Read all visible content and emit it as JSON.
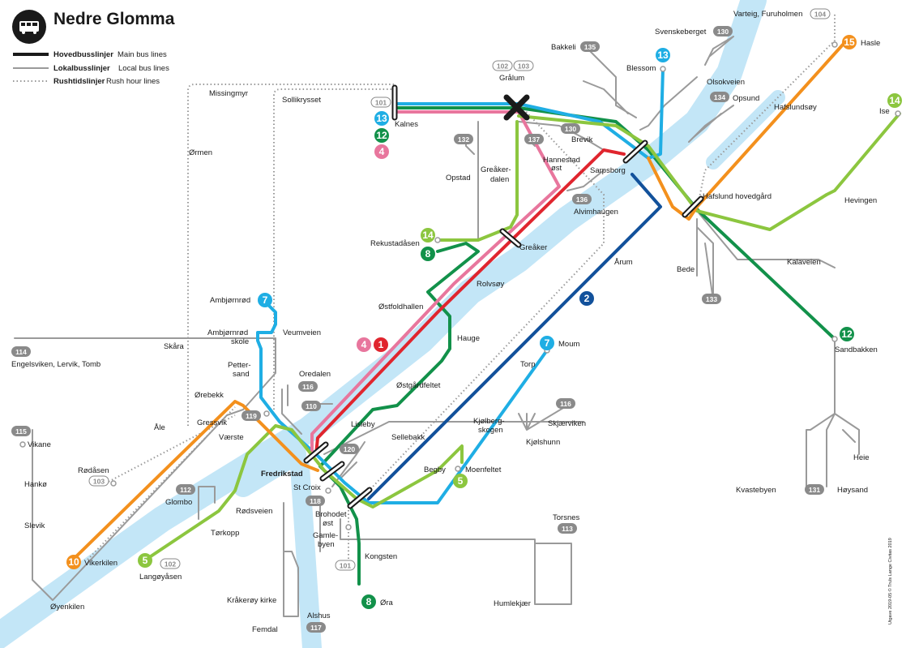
{
  "title": "Nedre Glomma",
  "legend": {
    "main_bold": "Hovedbusslinjer",
    "main_light": "Main bus lines",
    "local_bold": "Lokalbusslinjer",
    "local_light": "Local bus lines",
    "rush_bold": "Rushtidslinjer",
    "rush_light": "Rush hour lines"
  },
  "credit": "Utgave 2019-05 © Truls Lange Civitas 2019",
  "colors": {
    "r1": "#e0252e",
    "r2": "#12519b",
    "r4": "#e8769d",
    "r5": "#8cc63f",
    "r7": "#1faee4",
    "r8": "#12914a",
    "r10": "#f3901d",
    "r12": "#12914a",
    "r13": "#1faee4",
    "r14": "#8cc63f",
    "r15": "#f3901d",
    "river": "#c3e6f7",
    "local": "#9a9a9a",
    "badge": "#8a8a8a"
  },
  "routes": {
    "r1": "1",
    "r2": "2",
    "r4": "4",
    "r5": "5",
    "r7": "7",
    "r7b": "7",
    "r8": "8",
    "r10": "10",
    "r12": "12",
    "r12b": "12",
    "r13": "13",
    "r13b": "13",
    "r14": "14",
    "r14b": "14",
    "r14c": "14",
    "r15": "15",
    "r4b": "4",
    "r8b": "8",
    "r5b": "5"
  },
  "badges": {
    "b104": "104",
    "b130a": "130",
    "b135": "135",
    "b102a": "102",
    "b103a": "103",
    "b101a": "101",
    "b134": "134",
    "b132": "132",
    "b137": "137",
    "b130b": "130",
    "b136": "136",
    "b133": "133",
    "b114": "114",
    "b116a": "116",
    "b110": "110",
    "b119": "119",
    "b115": "115",
    "b103b": "103",
    "b112": "112",
    "b102b": "102",
    "b120": "120",
    "b118": "118",
    "b116b": "116",
    "b113": "113",
    "b131": "131",
    "b101b": "101",
    "b117": "117"
  },
  "stops": {
    "varteig": "Varteig, Furuholmen",
    "svenskeberget": "Svenskeberget",
    "bakkeli": "Bakkeli",
    "blessom": "Blessom",
    "hasle": "Hasle",
    "olsokveien": "Olsokveien",
    "opsund": "Opsund",
    "hafslundsoy": "Hafslundsøy",
    "ise": "Ise",
    "gralum": "Grålum",
    "missingmyr": "Missingmyr",
    "sollikrysset": "Sollikrysset",
    "kalnes": "Kalnes",
    "brevik": "Brevik",
    "sarpsborg": "Sarpsborg",
    "hannestad": "Hannestad",
    "hannestad2": "øst",
    "opstad": "Opstad",
    "greaker_d1": "Greåker-",
    "greaker_d2": "dalen",
    "alvimhaugen": "Alvimhaugen",
    "hafslund": "Hafslund hovedgård",
    "hevingen": "Hevingen",
    "ormen": "Ørmen",
    "rekustad": "Rekustadåsen",
    "greaker": "Greåker",
    "arum": "Årum",
    "bede": "Bede",
    "kalaveien": "Kalaveien",
    "rolvsoy": "Rolvsøy",
    "ambjornrod": "Ambjørnrød",
    "ostfoldhallen": "Østfoldhallen",
    "ambskole1": "Ambjørnrød",
    "ambskole2": "skole",
    "veumveien": "Veumveien",
    "hauge": "Hauge",
    "moum": "Moum",
    "sandbakken": "Sandbakken",
    "skara": "Skåra",
    "engelsviken": "Engelsviken, Lervik, Tomb",
    "torp": "Torp",
    "petter1": "Petter-",
    "petter2": "sand",
    "oredalen": "Oredalen",
    "ostgard": "Østgårdfeltet",
    "orebekk": "Ørebekk",
    "ale": "Åle",
    "gressvik": "Gressvik",
    "lisleby": "Lisleby",
    "vaerste": "Værste",
    "sellebakk": "Sellebakk",
    "kjolberg1": "Kjølberg-",
    "kjolberg2": "skogen",
    "skjaerviken": "Skjærviken",
    "kjolshunn": "Kjølshunn",
    "vikane": "Vikane",
    "rodasen": "Rødåsen",
    "fredrikstad": "Fredrikstad",
    "begby": "Begby",
    "moenfeltet": "Moenfeltet",
    "heie": "Heie",
    "st_croix": "St Croix",
    "hanko": "Hankø",
    "glombo": "Glombo",
    "rodsveien": "Rødsveien",
    "brohodet1": "Brohodet",
    "brohodet2": "øst",
    "torsnes": "Torsnes",
    "kvastebyen": "Kvastebyen",
    "hoysand": "Høysand",
    "slevik": "Slevik",
    "torkopp": "Tørkopp",
    "gamle1": "Gamle-",
    "gamle2": "byen",
    "vikerkilen": "Vikerkilen",
    "langoy": "Langøyåsen",
    "kongsten": "Kongsten",
    "oyenkilen": "Øyenkilen",
    "kraakeroy": "Kråkerøy kirke",
    "humlekjaer": "Humlekjær",
    "ora": "Øra",
    "alshus": "Alshus",
    "femdal": "Femdal"
  }
}
